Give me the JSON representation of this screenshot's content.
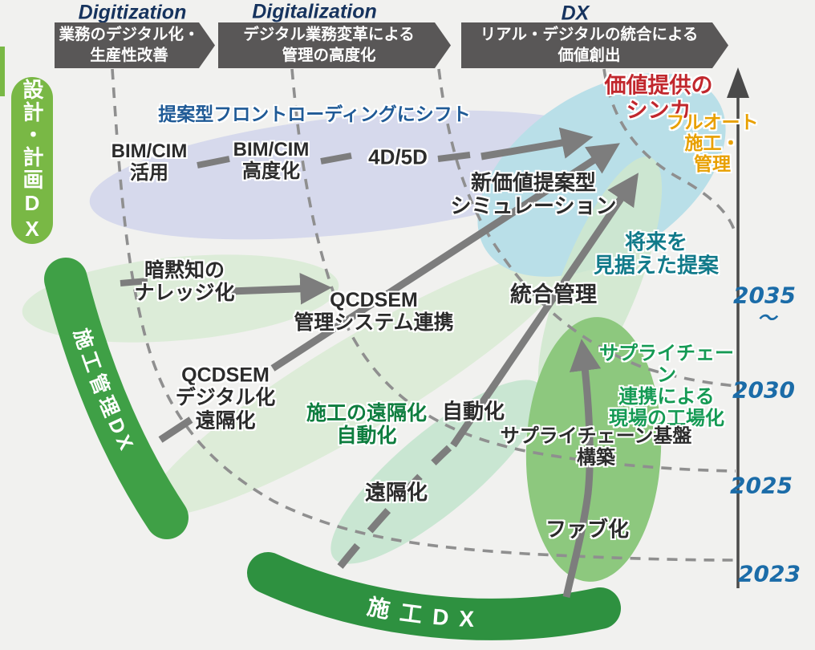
{
  "stages": [
    {
      "label_en": "Digitization",
      "label_jp": "業務のデジタル化・\n生産性改善"
    },
    {
      "label_en": "Digitalization",
      "label_jp": "デジタル業務変革による\n管理の高度化"
    },
    {
      "label_en": "DX",
      "label_jp": "リアル・デジタルの統合による\n価値創出"
    }
  ],
  "lanes": {
    "design_dx": "設計・計画DX",
    "construction_mgmt_dx": "施工管理DX",
    "construction_dx": "施工DX"
  },
  "nodes": {
    "front_loading": "提案型フロントローディングにシフト",
    "bim_cim_use": "BIM/CIM\n活用",
    "bim_cim_advanced": "BIM/CIM\n高度化",
    "fourd_fived": "4D/5D",
    "new_value_simulation": "新価値提案型\nシミュレーション",
    "tacit_knowledge": "暗黙知の\nナレッジ化",
    "qcdsem_system_link": "QCDSEM\n管理システム連携",
    "qcdsem_digital_remote": "QCDSEM\nデジタル化\n遠隔化",
    "construction_remote_auto": "施工の遠隔化\n自動化",
    "automation": "自動化",
    "remote": "遠隔化",
    "integrated_management": "統合管理",
    "future_proposal": "将来を\n見据えた提案",
    "value_evolution": "価値提供の\nシンカ",
    "full_auto": "フルオート施工・\n管理",
    "supply_chain_factory": "サプライチェーン\n連携による\n現場の工場化",
    "supply_chain_base": "サプライチェーン基盤\n構築",
    "fab": "ファブ化"
  },
  "timeline": {
    "years": [
      "2035",
      "〜",
      "2030",
      "2025",
      "2023"
    ]
  },
  "colors": {
    "background": "#f1f1ef",
    "banner_bg": "#595757",
    "stage_label_navy": "#16335e",
    "highlight_blue": "#1f5a96",
    "accent_red": "#c1272d",
    "accent_orange": "#e8a000",
    "accent_teal": "#117a8a",
    "green_dark": "#0e7d3f",
    "green_bright": "#159a54",
    "year_blue": "#1b6ca8",
    "lane_design": "#79b845",
    "lane_mgmt": "#3fa046",
    "lane_construction": "#2e9140",
    "arrow_gray": "#7d7d7d",
    "ellipse_lavender": "#d6d9ec",
    "ellipse_cyan": "#b9dfe8",
    "ellipse_pale_green": "#dcecd8",
    "ellipse_mint": "#c9e6d2",
    "ellipse_green": "#8dc87e"
  }
}
